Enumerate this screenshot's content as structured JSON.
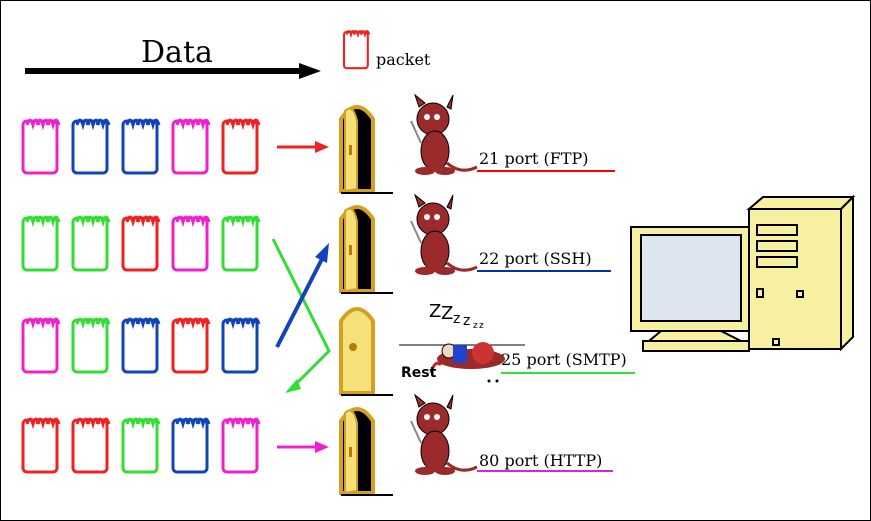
{
  "title": "Data",
  "legend_label": "packet",
  "ports": [
    {
      "label": "21 port (FTP)",
      "color": "#ff0000"
    },
    {
      "label": "22 port (SSH)",
      "color": "#0033aa"
    },
    {
      "label": "25 port (SMTP)",
      "color": "#33dd33"
    },
    {
      "label": "80 port (HTTP)",
      "color": "#dd22dd"
    }
  ],
  "rest_label": "Rest",
  "sleep_letters": [
    "Z",
    "Z",
    "z",
    "z",
    "z",
    "z"
  ],
  "packet_rows": [
    [
      "#ee22cc",
      "#1144bb",
      "#1144bb",
      "#ee22cc",
      "#ee2222"
    ],
    [
      "#33dd33",
      "#33dd33",
      "#ee2222",
      "#ee22cc",
      "#33dd33"
    ],
    [
      "#ee22cc",
      "#33dd33",
      "#1144bb",
      "#ee2222",
      "#1144bb"
    ],
    [
      "#ee2222",
      "#ee2222",
      "#33dd33",
      "#1144bb",
      "#ee22cc"
    ]
  ],
  "colors": {
    "red": "#ee2222",
    "blue": "#1144bb",
    "green": "#33dd33",
    "magenta": "#ee22cc",
    "door_frame": "#d4a020",
    "door_open": "#000000",
    "door_closed": "#f5e07a",
    "devil": "#9b2a2a",
    "computer": "#f7f0a0",
    "screen": "#dde6ee"
  }
}
